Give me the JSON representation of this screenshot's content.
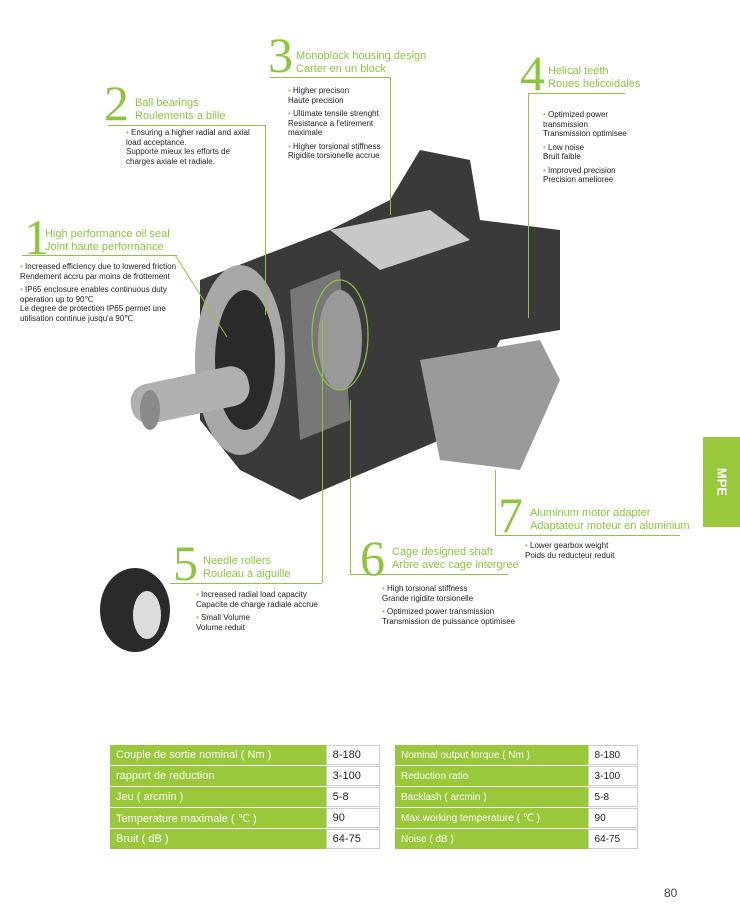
{
  "callouts": [
    {
      "num": "1",
      "title_en": "High performance oil seal",
      "title_fr": "Joint haute performance",
      "bullets": [
        [
          "Increased efficiency due to lowered friction",
          "Rendement accru par moins de frottement"
        ],
        [
          "IP65 enclosure enables continuous duty operation up to 90℃",
          "Le degree de protection IP65 permet une utilisation continue jusqu'a 90℃"
        ]
      ]
    },
    {
      "num": "2",
      "title_en": "Ball bearings",
      "title_fr": "Roulements a bille",
      "bullets": [
        [
          "Ensuring a higher radial and axial load acceptance.",
          "Supporte mieux les efforts de charges axiale et radiale."
        ]
      ]
    },
    {
      "num": "3",
      "title_en": "Monoblock housing design",
      "title_fr": "Carter en un block",
      "bullets": [
        [
          "Higher precison",
          "Haute precision"
        ],
        [
          "Ultimate tensile strenght",
          "Resistance a l'etirement maximale"
        ],
        [
          "Higher torsional stiffness",
          "Rigidite torsionelle accrue"
        ]
      ]
    },
    {
      "num": "4",
      "title_en": "Helical teeth",
      "title_fr": "Roues helicoidales",
      "bullets": [
        [
          "Optimized power transmission",
          "Transmission optimisee"
        ],
        [
          "Low noise",
          "Bruit faible"
        ],
        [
          "Improved precision",
          "Precision amelioree"
        ]
      ]
    },
    {
      "num": "5",
      "title_en": "Needle rollers",
      "title_fr": "Rouleau a aiguille",
      "bullets": [
        [
          "Increased radial load capacity",
          "Capacite de charge radiale accrue"
        ],
        [
          "Small Volume",
          "Volume reduit"
        ]
      ]
    },
    {
      "num": "6",
      "title_en": "Cage designed shaft",
      "title_fr": "Arbre avec cage intergree",
      "bullets": [
        [
          "High torsional stiffness",
          "Grande rigidite torsionelle"
        ],
        [
          "Optimized power transmission",
          "Transmission de puissance optimisee"
        ]
      ]
    },
    {
      "num": "7",
      "title_en": "Aluminum motor adapter",
      "title_fr": "Adaptateur moteur en aluminium",
      "bullets": [
        [
          "Lower gearbox weight",
          "Poids du reducteur reduit"
        ]
      ]
    }
  ],
  "side_tab": "MPE",
  "table_fr": [
    [
      "Couple de sortie nominal ( Nm )",
      "8-180"
    ],
    [
      "rapport de reduction",
      "3-100"
    ],
    [
      "Jeu ( arcmin )",
      "5-8"
    ],
    [
      "Temperature maximale ( ℃ )",
      "90"
    ],
    [
      "Bruit ( dB )",
      "64-75"
    ]
  ],
  "table_en": [
    [
      "Nominal output torque ( Nm )",
      "8-180"
    ],
    [
      "Reduction ratio",
      "3-100"
    ],
    [
      "Backlash ( arcmin )",
      "5-8"
    ],
    [
      "Max.working temperature ( ℃ )",
      "90"
    ],
    [
      "Noise ( dB )",
      "64-75"
    ]
  ],
  "page_number": "80",
  "accent": "#99c83a"
}
